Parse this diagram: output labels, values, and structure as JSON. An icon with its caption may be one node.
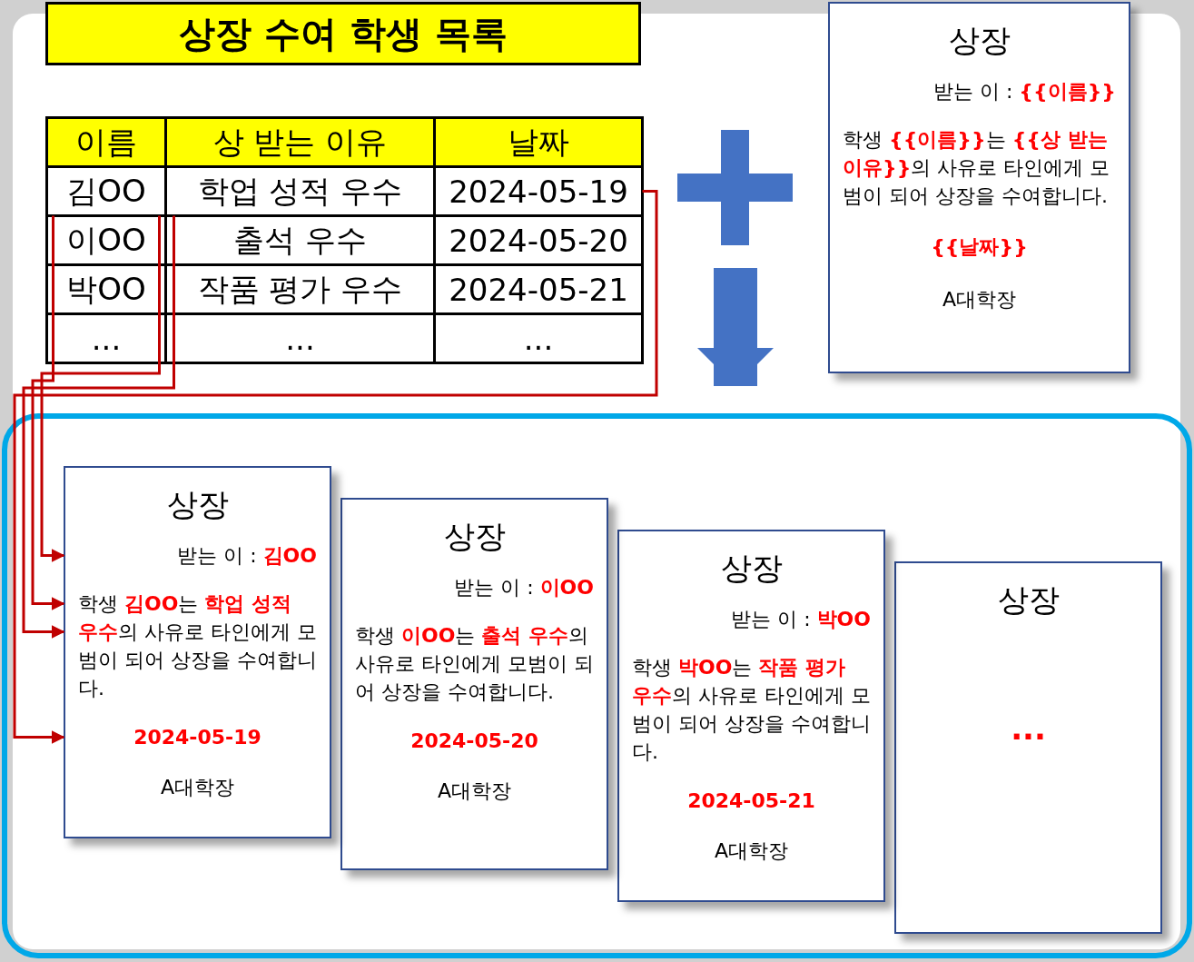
{
  "diagram": {
    "title": "상장 수여 학생 목록",
    "nodes": [
      {
        "text": [
          "김OO"
        ]
      },
      {
        "text": [
          "학업 성적 우수"
        ]
      },
      {
        "text": [
          "2024-05-19"
        ]
      },
      {
        "text": [
          "상장",
          "받는 이 : **{{이름}}**",
          "학생 **{{이름}}**는 **{{상 받는 이유}}**의 사유로 타인에게 모범이 되어 상장을 수여합니다.",
          "{{날짜}}",
          "A대학장"
        ]
      },
      {
        "text": [],
        "shape": "box"
      },
      {
        "text": [
          "상장",
          "받는 이 : **김OO**",
          "학생 **김OO**는 **학업 성적 우수**의 사유로 타인에게 모범이 되어 상장을 수여합니다.",
          "2024-05-19",
          "A대학장"
        ],
        "in": 4
      },
      {
        "text": [
          "상장",
          "받는 이 : **이OO**",
          "학생 **이OO**는 **출석 우수**의 사유로 타인에게 모범이 되어 상장을 수여합니다.",
          "2024-05-20",
          "A대학장"
        ],
        "in": 4
      },
      {
        "text": [
          "상장",
          "받는 이 : **박OO**",
          "학생 **박OO**는 **작품 평가 우수**의 사유로 타인에게 모범이 되어 상장을 수여합니다.",
          "2024-05-21",
          "A대학장"
        ],
        "in": 4
      },
      {
        "text": [
          "상장",
          "..."
        ],
        "in": 4
      }
    ],
    "edges": [
      {
        "from": 0,
        "to": 5,
        "arrow": "to",
        "color": "#c00000"
      },
      {
        "from": 0,
        "to": 5,
        "arrow": "to",
        "color": "#c00000"
      },
      {
        "from": 1,
        "to": 5,
        "arrow": "to",
        "color": "#c00000"
      },
      {
        "from": 2,
        "to": 5,
        "arrow": "to",
        "color": "#c00000"
      },
      {
        "from": null,
        "to": 4,
        "arrow": "to",
        "style": "thick",
        "color": "#4472c4"
      }
    ],
    "labels": [
      "이름",
      "상 받는 이유",
      "날짜",
      "이OO",
      "출석 우수",
      "2024-05-20",
      "박OO",
      "작품 평가 우수",
      "2024-05-21",
      "...",
      "...",
      "..."
    ]
  }
}
